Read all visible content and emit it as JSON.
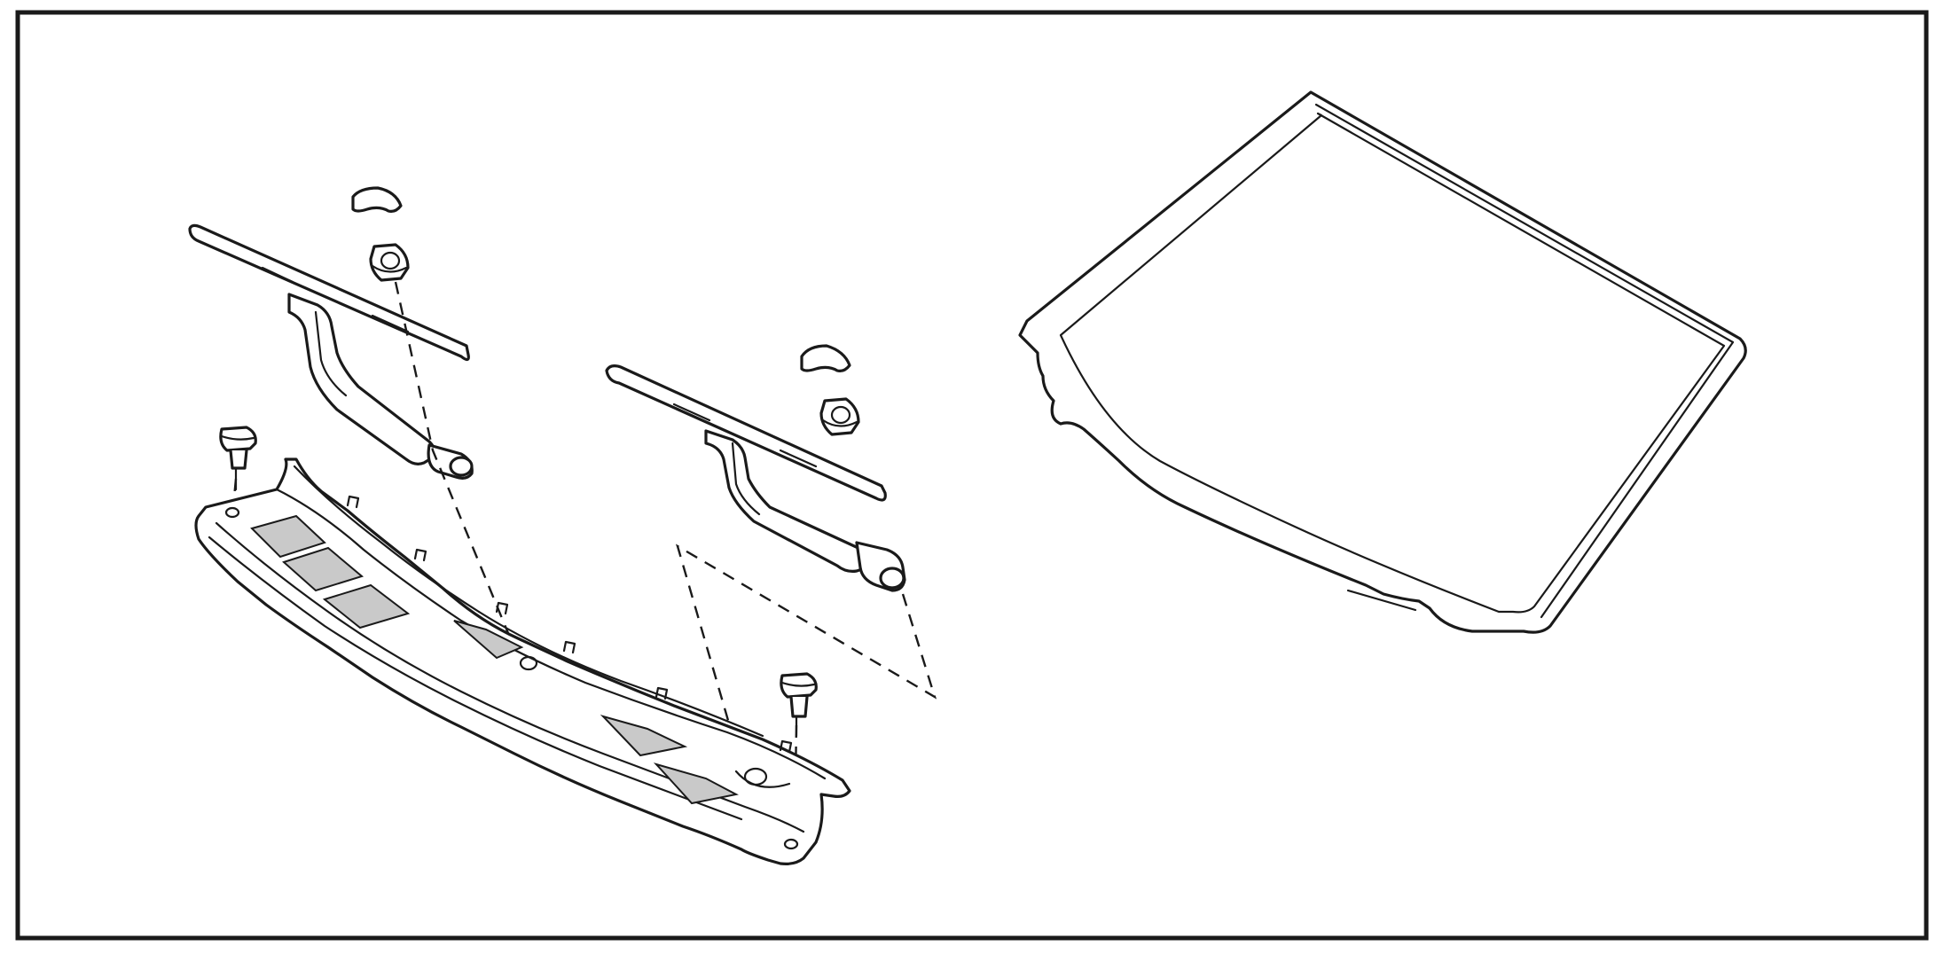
{
  "colors": {
    "line": "#1a1a1a",
    "background": "#ffffff",
    "shade": "#c9c9c9"
  },
  "parts": [
    {
      "id": "frame",
      "kind": "border"
    },
    {
      "id": "cowl-panel",
      "kind": "cowl-top-panel"
    },
    {
      "id": "wiper-arm-left",
      "kind": "wiper-arm-and-blade"
    },
    {
      "id": "wiper-arm-right",
      "kind": "wiper-arm-and-blade"
    },
    {
      "id": "pivot-cap-left",
      "kind": "cap"
    },
    {
      "id": "pivot-cap-right",
      "kind": "cap"
    },
    {
      "id": "pivot-nut-left",
      "kind": "nut"
    },
    {
      "id": "pivot-nut-right",
      "kind": "nut"
    },
    {
      "id": "clip-left",
      "kind": "push-clip"
    },
    {
      "id": "clip-right",
      "kind": "push-clip"
    },
    {
      "id": "windshield",
      "kind": "windshield-glass"
    }
  ]
}
